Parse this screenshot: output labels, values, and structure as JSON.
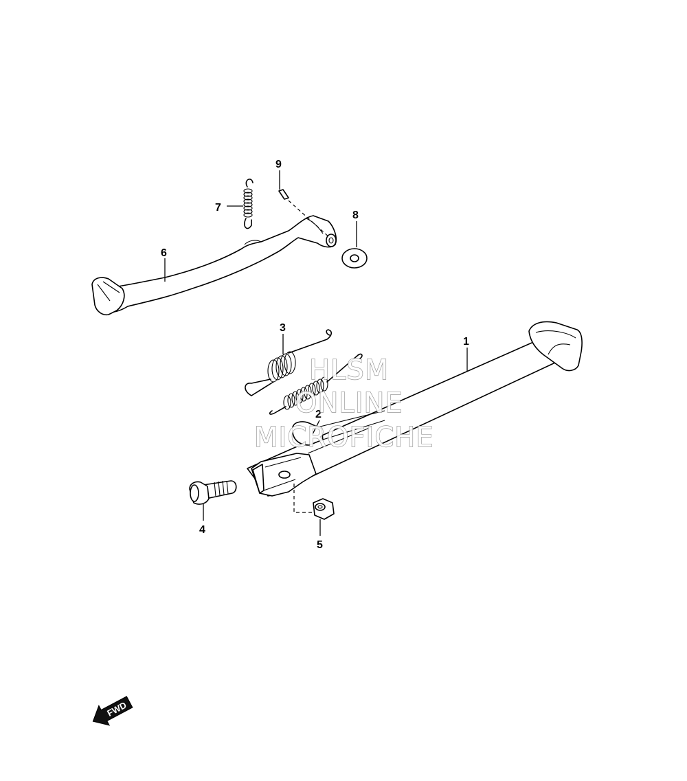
{
  "callouts": {
    "p1": "1",
    "p2": "2",
    "p3": "3",
    "p4": "4",
    "p5": "5",
    "p6": "6",
    "p7": "7",
    "p8": "8",
    "p9": "9"
  },
  "watermark": {
    "line1": "HLSM",
    "line2": "ONLINE",
    "line3": "MICROFICHE"
  },
  "direction_indicator": {
    "label": "FWD",
    "icon": "fwd-arrow-icon"
  }
}
